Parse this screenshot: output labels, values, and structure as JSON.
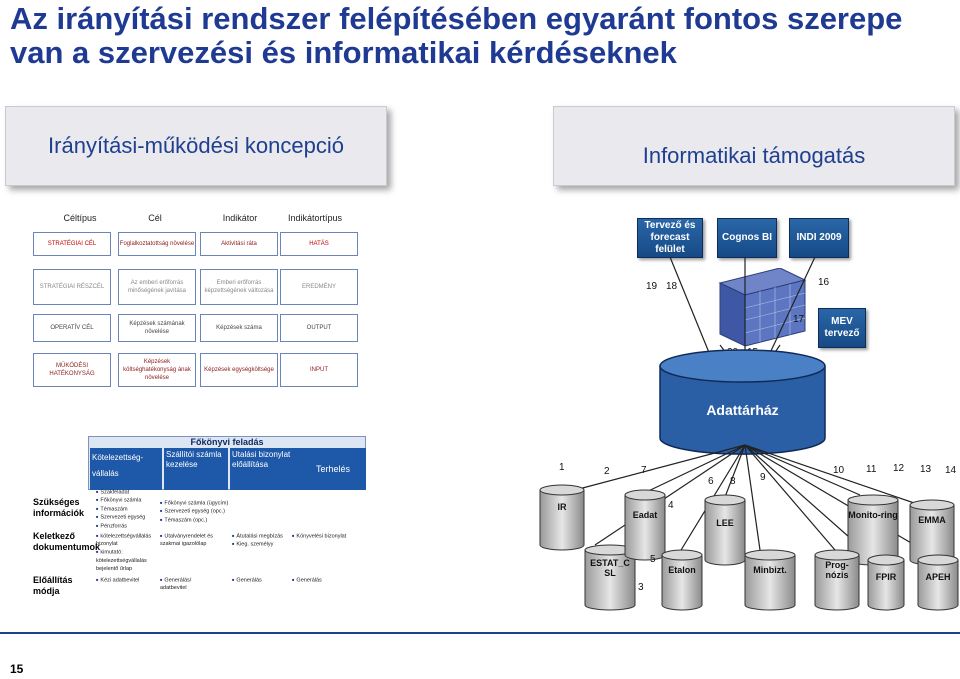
{
  "title": "Az irányítási rendszer felépítésében egyaránt fontos szerepe van a szervezési és informatikai kérdéseknek",
  "left_header": "Irányítási-működési koncepció",
  "right_header": "Informatikai támogatás",
  "table": {
    "columns": [
      "Céltípus",
      "Cél",
      "Indikátor",
      "Indikátortípus"
    ],
    "rows": [
      [
        "STRATÉGIAI CÉL",
        "Foglalkoztatottság növelése",
        "Aktivitási ráta",
        "HATÁS"
      ],
      [
        "STRATÉGIAI RÉSZCÉL",
        "Az emberi erőforrás minőségének javítása",
        "Emberi erőforrás képzettségének változása",
        "EREDMÉNY"
      ],
      [
        "OPERATÍV CÉL",
        "Képzések számának növelése",
        "Képzések száma",
        "OUTPUT"
      ],
      [
        "MŰKÖDÉSI HATÉKONYSÁG",
        "Képzések költséghatékonyság ának növelése",
        "Képzések egységköltsége",
        "INPUT"
      ]
    ]
  },
  "process": {
    "band_title": "Főkönyvi feladás",
    "steps": [
      "Kötelezettség-vállalás",
      "Szállítói számla kezelése",
      "Utalási bizonylat előállítása",
      "Terhelés"
    ],
    "row_labels": [
      "Szükséges információk",
      "Keletkező dokumentumok",
      "Előállítás módja"
    ],
    "needed_info": [
      [
        "Szakfeladat",
        "Főkönyvi számla",
        "Témaszám",
        "Szervezeti egység",
        "Pénzforrás"
      ],
      [
        "Főkönyvi számla (ügycím)",
        "Szervezeti egység (opc.)",
        "Témaszám (opc.)"
      ],
      [],
      []
    ],
    "documents": [
      [
        "kötelezettségvállalás bizonylat",
        "kimutató: kötelezettségvállalás bejelentő űrlap"
      ],
      [
        "Utalványrendelet és szakmai igazolólap"
      ],
      [
        "Átutalási megbízás",
        "Kieg. személyy"
      ],
      [
        "Könyvelési bizonylat"
      ]
    ],
    "method": [
      "Kézi adatbevitel",
      "Generálás/ adatbevitel",
      "Generálás",
      "Generálás"
    ]
  },
  "it": {
    "top_boxes": [
      "Tervező és forecast felület",
      "Cognos BI",
      "INDI 2009"
    ],
    "mev_label": "MEV tervező",
    "warehouse_label": "Adattárház",
    "cube_numbers": [
      "19",
      "18",
      "16",
      "17",
      "20",
      "15"
    ],
    "systems": [
      {
        "label": "IR",
        "num": "1"
      },
      {
        "label": "ESTAT_C SL",
        "num": ""
      },
      {
        "label": "Eadat",
        "num": "2"
      },
      {
        "label": "Etalon",
        "num": "5"
      },
      {
        "label": "LEE",
        "num": "4"
      },
      {
        "label": "Minbizt.",
        "num": "8"
      },
      {
        "label": "Monito-ring",
        "num": "10"
      },
      {
        "label": "Prog-nózis",
        "num": "11"
      },
      {
        "label": "FPIR",
        "num": "12"
      },
      {
        "label": "EMMA",
        "num": "13"
      },
      {
        "label": "APEH",
        "num": "14"
      }
    ],
    "extra_numbers": [
      "3",
      "6",
      "7",
      "9"
    ]
  },
  "page_number": "15",
  "colors": {
    "title": "#1f3a93",
    "header_text": "#1f3f8f",
    "feature_blue": "#1e58a8",
    "strategic_red": "#c00000"
  }
}
